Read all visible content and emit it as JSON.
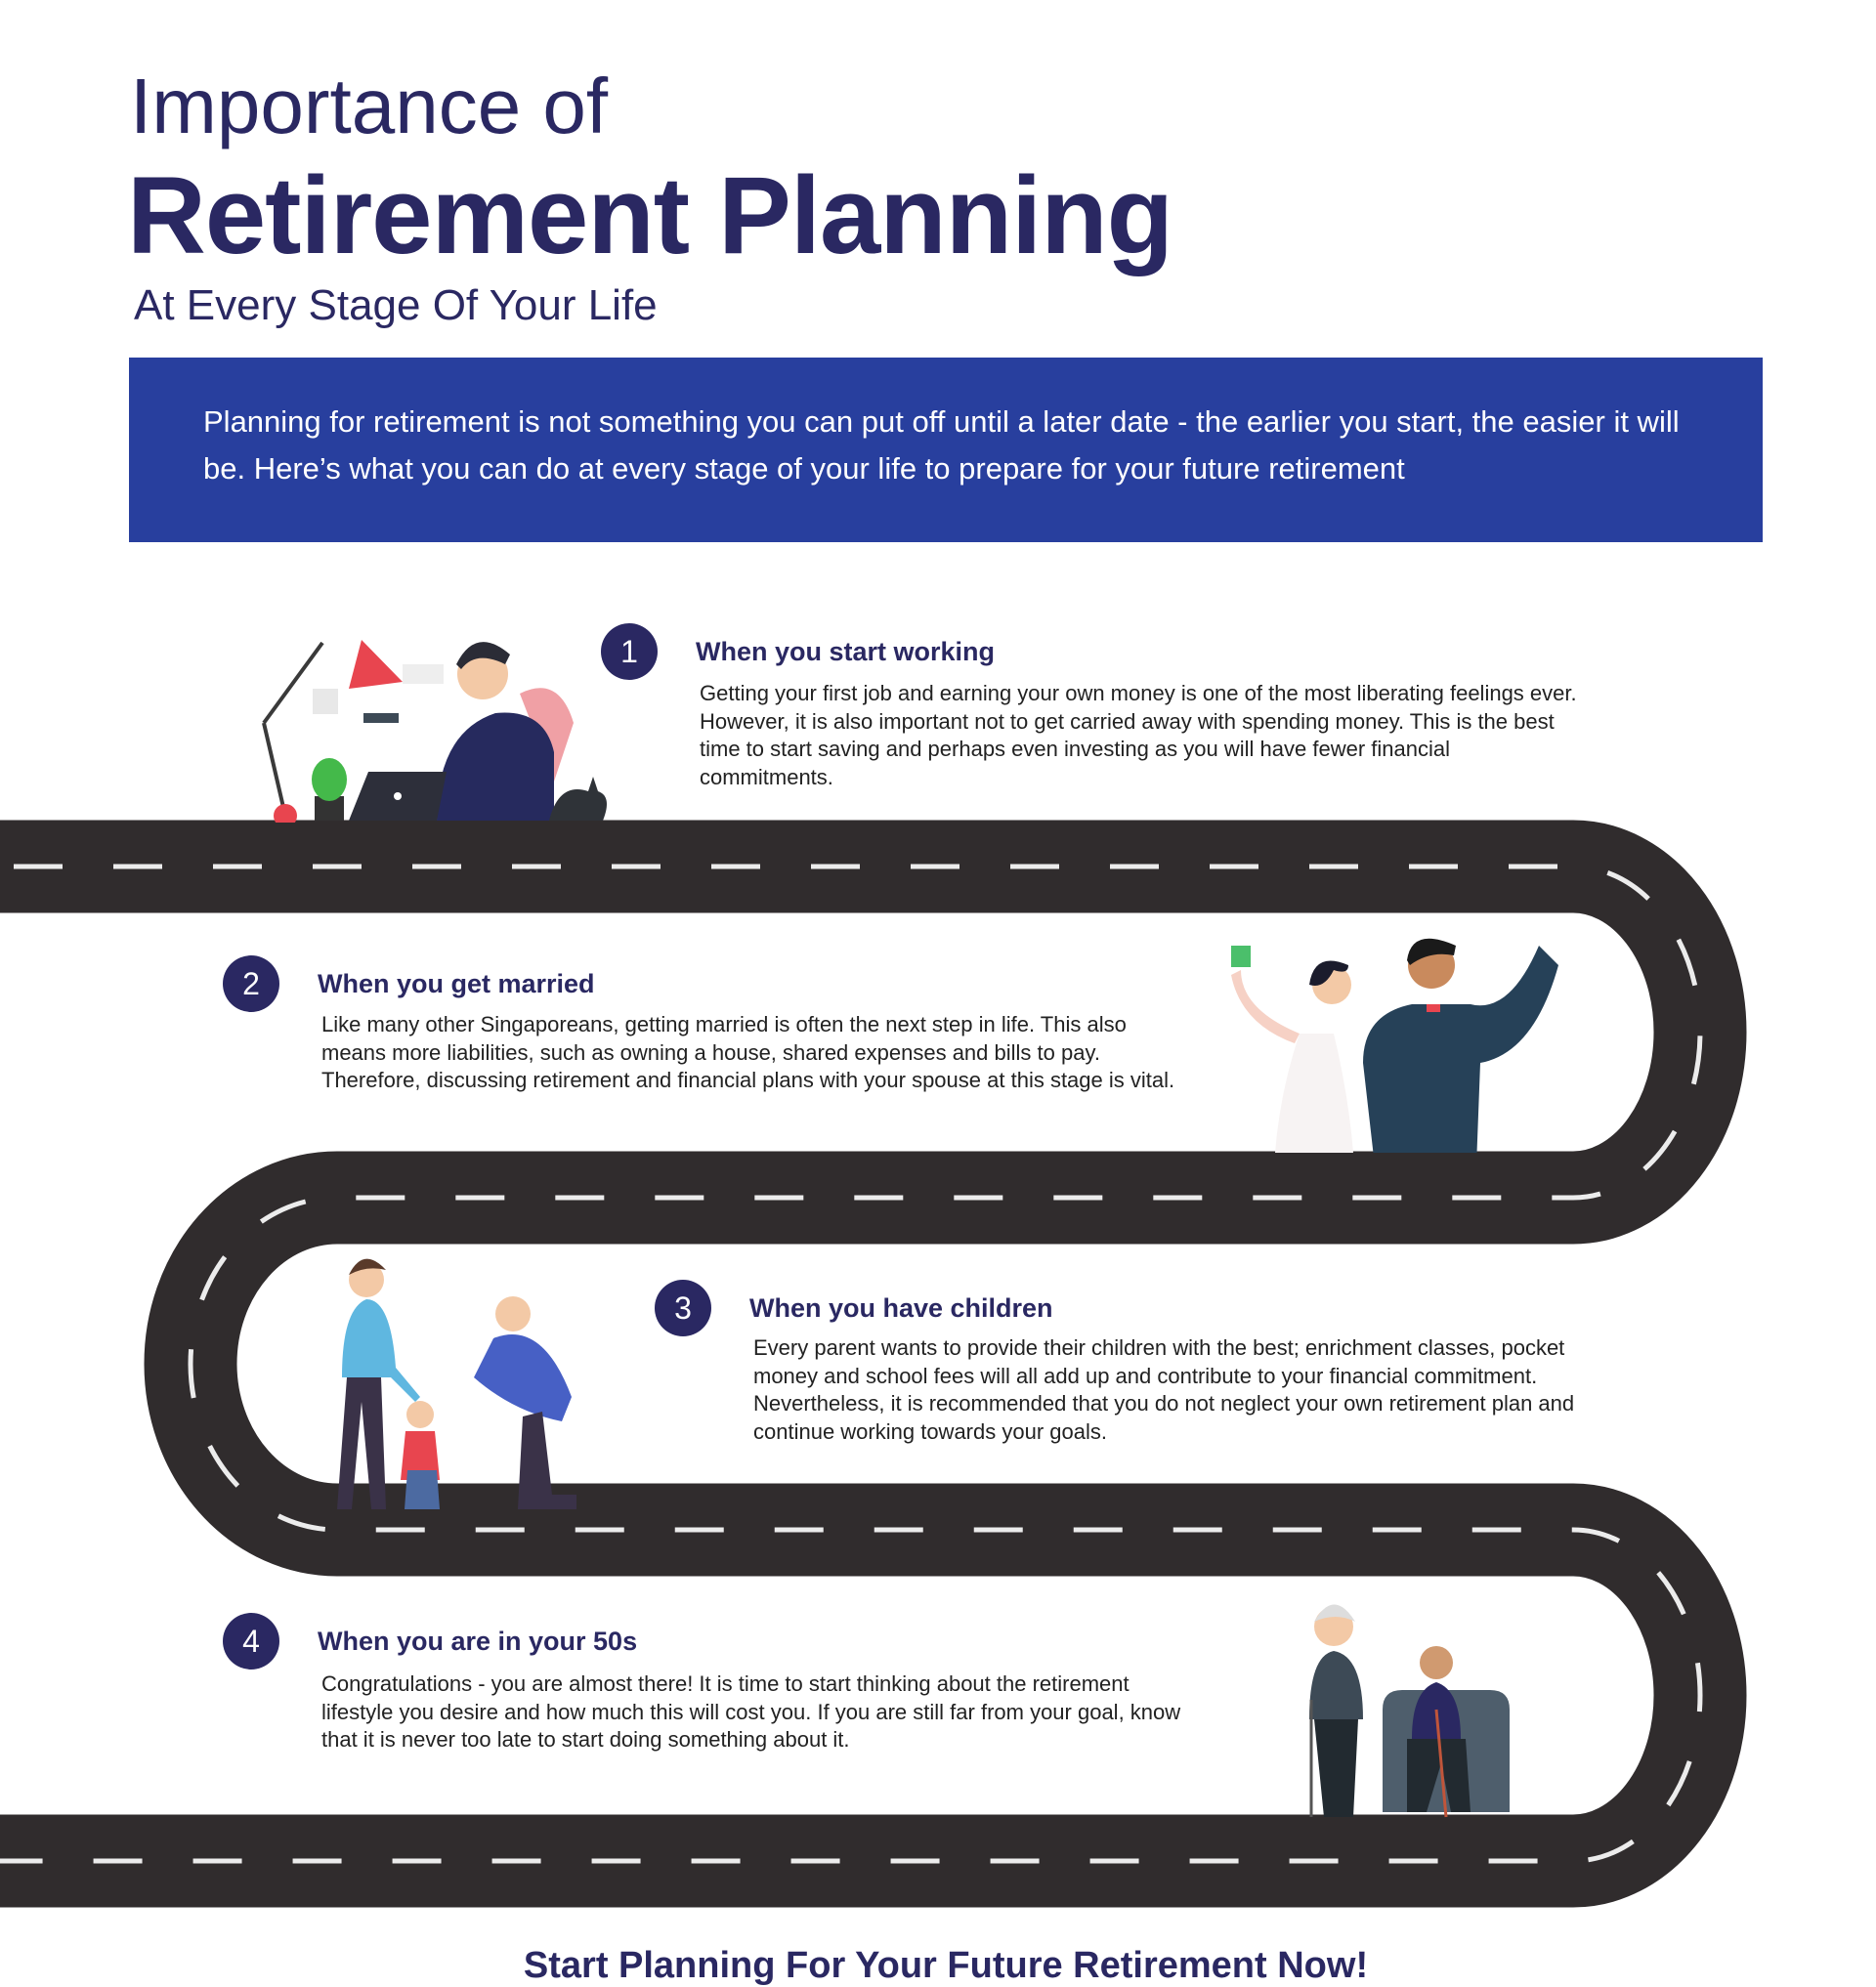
{
  "title": {
    "line1": "Importance of",
    "line2": "Retirement Planning",
    "line3": "At Every Stage Of Your Life"
  },
  "intro": "Planning for retirement is not something you can put off until a later date - the earlier you start, the easier it will be. Here’s what you can do at every stage of your life to prepare for your future retirement",
  "stages": [
    {
      "number": "1",
      "heading": "When you start working",
      "body": "Getting your first job and earning your own money is one of the most liberating feelings ever. However, it is also important not to get carried away with spending money. This is the best time to start saving and perhaps even investing as you will have fewer financial commitments."
    },
    {
      "number": "2",
      "heading": "When you get married",
      "body": "Like many other Singaporeans, getting married is often the next step in life. This also means more liabilities, such as owning a house, shared expenses and bills to pay. Therefore, discussing retirement and financial plans with your spouse at this stage is vital."
    },
    {
      "number": "3",
      "heading": "When you have children",
      "body": "Every parent wants to provide their children with the best; enrichment classes, pocket money and school fees will all add up and contribute to your financial commitment. Nevertheless, it is recommended that you do not neglect your own retirement plan and continue working towards your goals."
    },
    {
      "number": "4",
      "heading": "When you are in your 50s",
      "body": "Congratulations - you are almost there! It is time to start thinking about the retirement lifestyle you desire and how much this will cost you. If you are still far from your goal, know that it is never too late to start doing something about it."
    }
  ],
  "cta": "Start Planning For Your Future Retirement Now!",
  "colors": {
    "navy": "#2a2862",
    "banner": "#283f9e",
    "road": "#302c2d",
    "dash": "#ececec"
  }
}
